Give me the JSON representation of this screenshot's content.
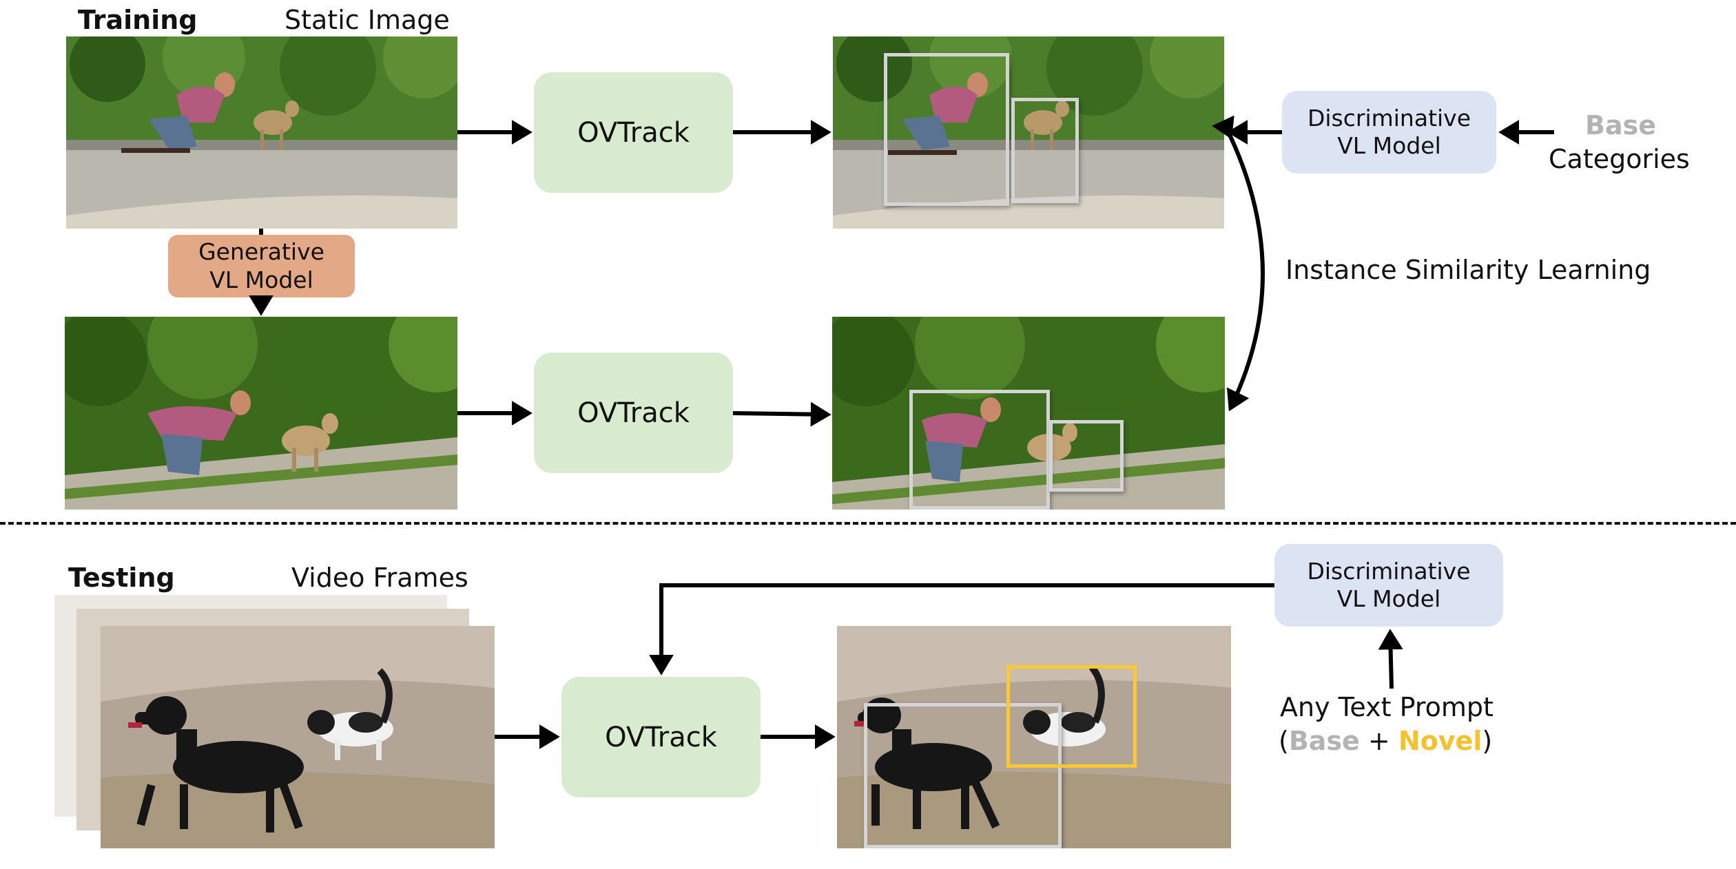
{
  "training": {
    "heading": "Training",
    "static_image_label": "Static Image",
    "generative_model": [
      "Generative",
      "VL Model"
    ],
    "ovtrack_top": "OVTrack",
    "ovtrack_mid": "OVTrack",
    "discriminative_model": [
      "Discriminative",
      "VL Model"
    ],
    "base_word": "Base",
    "categories_word": "Categories",
    "instance_similarity": "Instance Similarity Learning"
  },
  "testing": {
    "heading": "Testing",
    "video_frames_label": "Video Frames",
    "ovtrack": "OVTrack",
    "discriminative_model": [
      "Discriminative",
      "VL Model"
    ],
    "text_prompt_line1": "Any Text Prompt",
    "paren_open": "(",
    "base_word": "Base",
    "plus": " + ",
    "novel_word": "Novel",
    "paren_close": ")"
  },
  "colors": {
    "ovtrack_box": "#d9ebcf",
    "discriminative_box": "#dce3f2",
    "generative_box": "#e3a986",
    "base_text": "#b3b3b3",
    "novel_text": "#f5c22b",
    "bbox_gray": "#d4d4d4",
    "bbox_yellow": "#ffc82e"
  }
}
